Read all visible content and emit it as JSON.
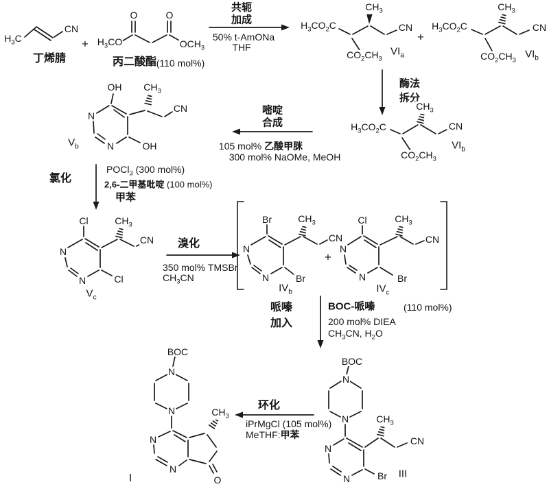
{
  "compounds": {
    "crotononitrile": {
      "caption": "丁烯腈",
      "atoms": {
        "h3c": "H~3~C",
        "cn": "CN"
      }
    },
    "malonate": {
      "caption": "丙二酸酯",
      "amount": "(110 mol%)",
      "atoms": {
        "o_left": "O",
        "o_right": "O",
        "h3co": "H~3~CO",
        "och3": "OCH~3~"
      }
    },
    "VIa": {
      "label": "VI~a~",
      "atoms": {
        "ch3": "CH~3~",
        "ester_left": "H~3~CO~2~C",
        "ester_bottom": "CO~2~CH~3~",
        "cn": "CN"
      }
    },
    "VIb_top": {
      "label": "VI~b~",
      "atoms": {
        "ch3": "CH~3~",
        "ester_left": "H~3~CO~2~C",
        "ester_bottom": "CO~2~CH~3~",
        "cn": "CN"
      }
    },
    "VIb_mid": {
      "label": "VI~b~",
      "atoms": {
        "ch3": "CH~3~",
        "ester_left": "H~3~CO~2~C",
        "ester_bottom": "CO~2~CH~3~",
        "cn": "CN"
      }
    },
    "Vb": {
      "label": "V~b~",
      "atoms": {
        "oh_top": "OH",
        "oh_bottom": "OH",
        "n_left": "N",
        "n_bottom": "N",
        "ch3": "CH~3~",
        "cn": "CN"
      }
    },
    "Vc": {
      "label": "V~c~",
      "atoms": {
        "cl_top": "Cl",
        "cl_bottom": "Cl",
        "n_left": "N",
        "n_bottom": "N",
        "ch3": "CH~3~",
        "cn": "CN"
      }
    },
    "IVb": {
      "label": "IV~b~",
      "atoms": {
        "br_top": "Br",
        "br_bottom": "Br",
        "n_left": "N",
        "n_bottom": "N",
        "ch3": "CH~3~",
        "cn": "CN"
      }
    },
    "IVc": {
      "label": "IV~c~",
      "atoms": {
        "cl_top": "Cl",
        "br_bottom": "Br",
        "n_left": "N",
        "n_bottom": "N",
        "ch3": "CH~3~",
        "cn": "CN"
      }
    },
    "III": {
      "label": "III",
      "atoms": {
        "boc": "BOC",
        "n_pip_top": "N",
        "n_pip_bottom": "N",
        "n_left": "N",
        "n_bottom": "N",
        "br": "Br",
        "ch3": "CH~3~",
        "cn": "CN"
      }
    },
    "I": {
      "label": "I",
      "atoms": {
        "boc": "BOC",
        "n_pip_top": "N",
        "n_pip_bottom": "N",
        "n_left": "N",
        "n_bottom": "N",
        "ch3": "CH~3~",
        "o": "O"
      }
    }
  },
  "steps": {
    "conjugate_addition": {
      "above1": "共轭",
      "above2": "加成",
      "below1": "50% t-AmONa",
      "below2": "THF"
    },
    "enzymatic_resolution": {
      "line1": "酶法",
      "line2": "拆分"
    },
    "pyrimidine_synthesis": {
      "above1": "嘧啶",
      "above2": "合成",
      "below1": "105 mol% **乙酸甲脒**",
      "below2": "300 mol% NaOMe, MeOH"
    },
    "chlorination": {
      "side": "氯化",
      "r1": "POCl~3~ (300 mol%)",
      "r2": "**2,6-二甲基吡啶** (100 mol%)",
      "r3": "甲苯"
    },
    "bromination": {
      "above": "溴化",
      "below1": "350 mol% TMSBr",
      "below2": "CH~3~CN"
    },
    "piperazine_addition": {
      "side1": "哌嗪",
      "side2": "加入",
      "r1a": "BOC-哌嗪",
      "r1b": "(110 mol%)",
      "r2": "200 mol% DIEA",
      "r3": "CH~3~CN, H~2~O"
    },
    "cyclization": {
      "above": "环化",
      "below1": "iPrMgCl (105 mol%)",
      "below2": "MeTHF:**甲苯**"
    }
  },
  "operators": {
    "plus1": "+",
    "plus2": "+",
    "plus3": "+"
  }
}
